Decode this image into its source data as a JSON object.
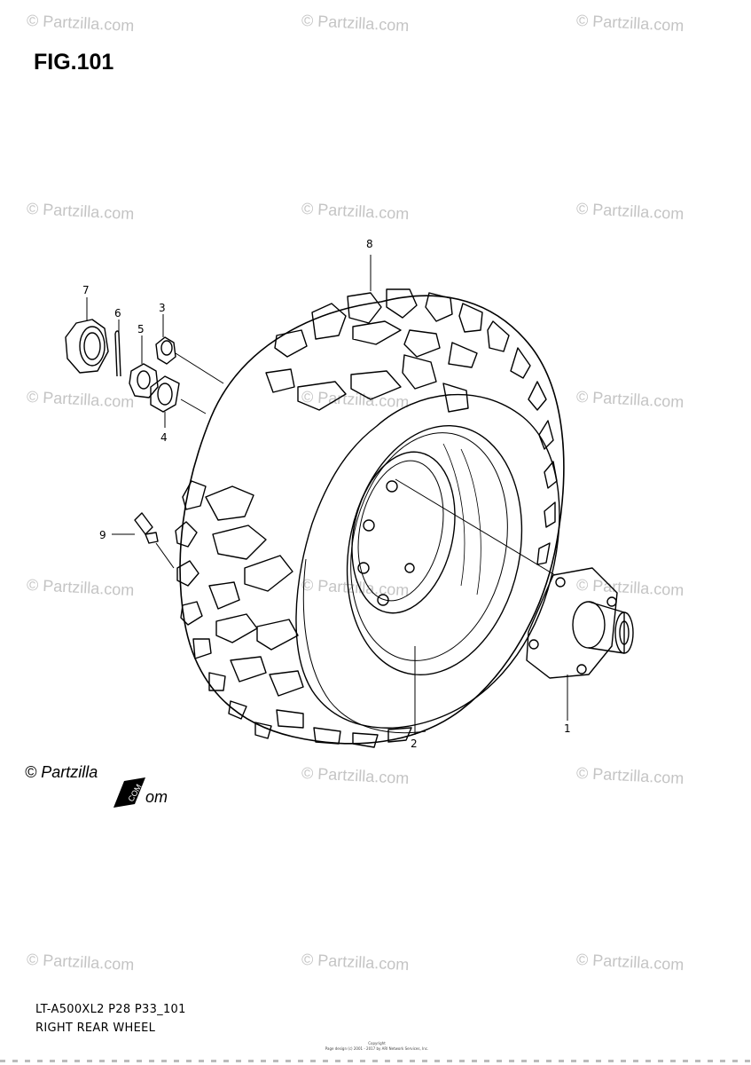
{
  "figure": {
    "title": "FIG.101",
    "model_code": "LT-A500XL2 P28 P33_101",
    "caption": "RIGHT REAR WHEEL"
  },
  "watermark": {
    "text": "© Partzilla.com"
  },
  "logo": {
    "text": "© Partzilla",
    "badge": "COM",
    "suffix": "om"
  },
  "copyright": {
    "line1": "Copyright",
    "line2": "Page design (c) 2001 - 2017 by ARI Network Services, Inc."
  },
  "parts": [
    {
      "number": "1",
      "name": "hub"
    },
    {
      "number": "2",
      "name": "rim"
    },
    {
      "number": "3",
      "name": "nut"
    },
    {
      "number": "4",
      "name": "washer"
    },
    {
      "number": "5",
      "name": "washer"
    },
    {
      "number": "6",
      "name": "cotter-pin"
    },
    {
      "number": "7",
      "name": "cap"
    },
    {
      "number": "8",
      "name": "tire"
    },
    {
      "number": "9",
      "name": "valve"
    }
  ],
  "colors": {
    "line": "#000000",
    "watermark": "#c4c4c4"
  }
}
